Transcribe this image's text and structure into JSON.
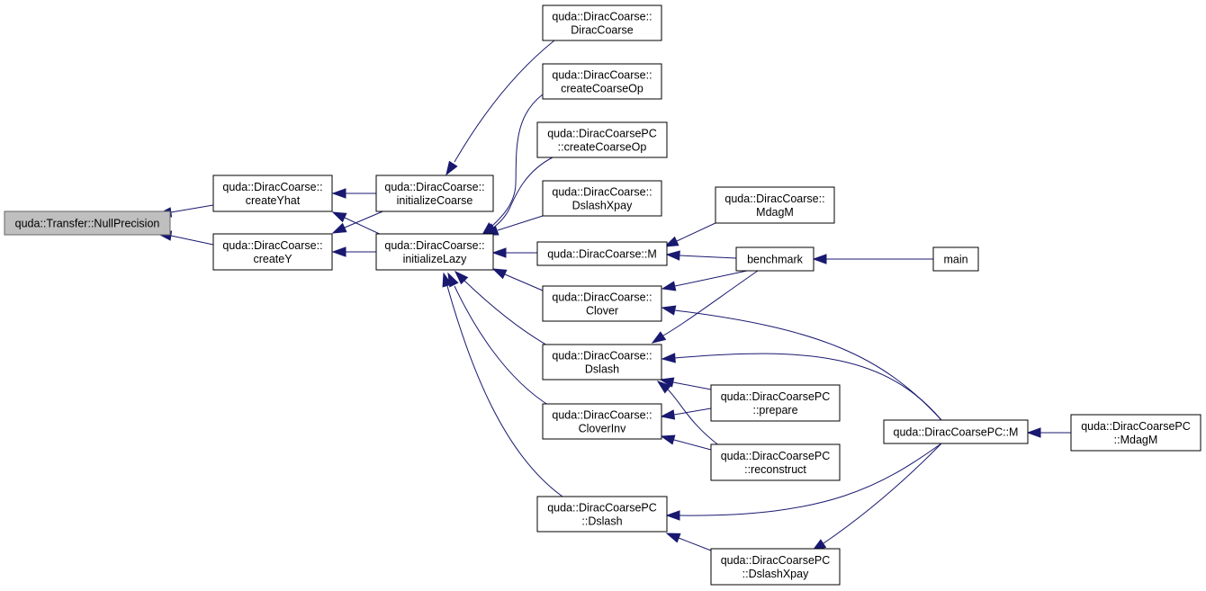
{
  "graph": {
    "type": "call-graph",
    "arrow_color": "#191970",
    "root_fill": "#bfbfbf",
    "nodes": [
      {
        "id": "nullprecision",
        "lines": [
          "quda::Transfer::NullPrecision"
        ],
        "root": true
      },
      {
        "id": "createyhat",
        "lines": [
          "quda::DiracCoarse::",
          "createYhat"
        ]
      },
      {
        "id": "createy",
        "lines": [
          "quda::DiracCoarse::",
          "createY"
        ]
      },
      {
        "id": "initcoarse",
        "lines": [
          "quda::DiracCoarse::",
          "initializeCoarse"
        ]
      },
      {
        "id": "initlazy",
        "lines": [
          "quda::DiracCoarse::",
          "initializeLazy"
        ]
      },
      {
        "id": "diraccoarse",
        "lines": [
          "quda::DiracCoarse::",
          "DiracCoarse"
        ]
      },
      {
        "id": "createcoarseop",
        "lines": [
          "quda::DiracCoarse::",
          "createCoarseOp"
        ]
      },
      {
        "id": "pc_createcoarseop",
        "lines": [
          "quda::DiracCoarsePC",
          "::createCoarseOp"
        ]
      },
      {
        "id": "dslashxpay",
        "lines": [
          "quda::DiracCoarse::",
          "DslashXpay"
        ]
      },
      {
        "id": "m",
        "lines": [
          "quda::DiracCoarse::M"
        ]
      },
      {
        "id": "clover",
        "lines": [
          "quda::DiracCoarse::",
          "Clover"
        ]
      },
      {
        "id": "dslash",
        "lines": [
          "quda::DiracCoarse::",
          "Dslash"
        ]
      },
      {
        "id": "cloverinv",
        "lines": [
          "quda::DiracCoarse::",
          "CloverInv"
        ]
      },
      {
        "id": "pc_dslash",
        "lines": [
          "quda::DiracCoarsePC",
          "::Dslash"
        ]
      },
      {
        "id": "mdagm",
        "lines": [
          "quda::DiracCoarse::",
          "MdagM"
        ]
      },
      {
        "id": "benchmark",
        "lines": [
          "benchmark"
        ]
      },
      {
        "id": "main",
        "lines": [
          "main"
        ]
      },
      {
        "id": "pc_prepare",
        "lines": [
          "quda::DiracCoarsePC",
          "::prepare"
        ]
      },
      {
        "id": "pc_reconstruct",
        "lines": [
          "quda::DiracCoarsePC",
          "::reconstruct"
        ]
      },
      {
        "id": "pc_m",
        "lines": [
          "quda::DiracCoarsePC::M"
        ]
      },
      {
        "id": "pc_dslashxpay",
        "lines": [
          "quda::DiracCoarsePC",
          "::DslashXpay"
        ]
      },
      {
        "id": "pc_mdagm",
        "lines": [
          "quda::DiracCoarsePC",
          "::MdagM"
        ]
      }
    ],
    "edges": [
      {
        "from": "createyhat",
        "to": "nullprecision"
      },
      {
        "from": "createy",
        "to": "nullprecision"
      },
      {
        "from": "initcoarse",
        "to": "createyhat"
      },
      {
        "from": "initlazy",
        "to": "createyhat"
      },
      {
        "from": "initcoarse",
        "to": "createy"
      },
      {
        "from": "initlazy",
        "to": "createy"
      },
      {
        "from": "diraccoarse",
        "to": "initcoarse"
      },
      {
        "from": "createcoarseop",
        "to": "initlazy"
      },
      {
        "from": "pc_createcoarseop",
        "to": "initlazy"
      },
      {
        "from": "dslashxpay",
        "to": "initlazy"
      },
      {
        "from": "m",
        "to": "initlazy"
      },
      {
        "from": "clover",
        "to": "initlazy"
      },
      {
        "from": "dslash",
        "to": "initlazy"
      },
      {
        "from": "cloverinv",
        "to": "initlazy"
      },
      {
        "from": "pc_dslash",
        "to": "initlazy"
      },
      {
        "from": "mdagm",
        "to": "m"
      },
      {
        "from": "benchmark",
        "to": "m"
      },
      {
        "from": "benchmark",
        "to": "clover"
      },
      {
        "from": "benchmark",
        "to": "dslash"
      },
      {
        "from": "main",
        "to": "benchmark"
      },
      {
        "from": "pc_m",
        "to": "clover"
      },
      {
        "from": "pc_m",
        "to": "dslash"
      },
      {
        "from": "pc_prepare",
        "to": "dslash"
      },
      {
        "from": "pc_reconstruct",
        "to": "dslash"
      },
      {
        "from": "pc_prepare",
        "to": "cloverinv"
      },
      {
        "from": "pc_reconstruct",
        "to": "cloverinv"
      },
      {
        "from": "pc_m",
        "to": "pc_dslash"
      },
      {
        "from": "pc_dslashxpay",
        "to": "pc_dslash"
      },
      {
        "from": "pc_m",
        "to": "pc_dslashxpay"
      },
      {
        "from": "pc_mdagm",
        "to": "pc_m"
      }
    ]
  }
}
